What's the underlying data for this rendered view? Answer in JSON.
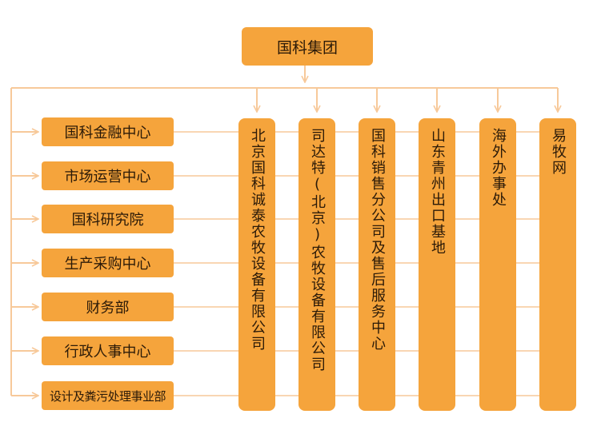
{
  "colors": {
    "box": "#F5A43C",
    "line": "#F7C99A",
    "text": "#2b1a08"
  },
  "root": {
    "label": "国科集团"
  },
  "departments": [
    {
      "label": "国科金融中心"
    },
    {
      "label": "市场运营中心"
    },
    {
      "label": "国科研究院"
    },
    {
      "label": "生产采购中心"
    },
    {
      "label": "财务部"
    },
    {
      "label": "行政人事中心"
    },
    {
      "label": "设计及粪污处理事业部"
    }
  ],
  "subsidiaries": [
    {
      "label": "北京国科诚泰农牧设备有限公司"
    },
    {
      "label": "司达特(北京)农牧设备有限公司"
    },
    {
      "label": "国科销售分公司及售后服务中心"
    },
    {
      "label": "山东青州出口基地"
    },
    {
      "label": "海外办事处"
    },
    {
      "label": "易牧网"
    }
  ]
}
